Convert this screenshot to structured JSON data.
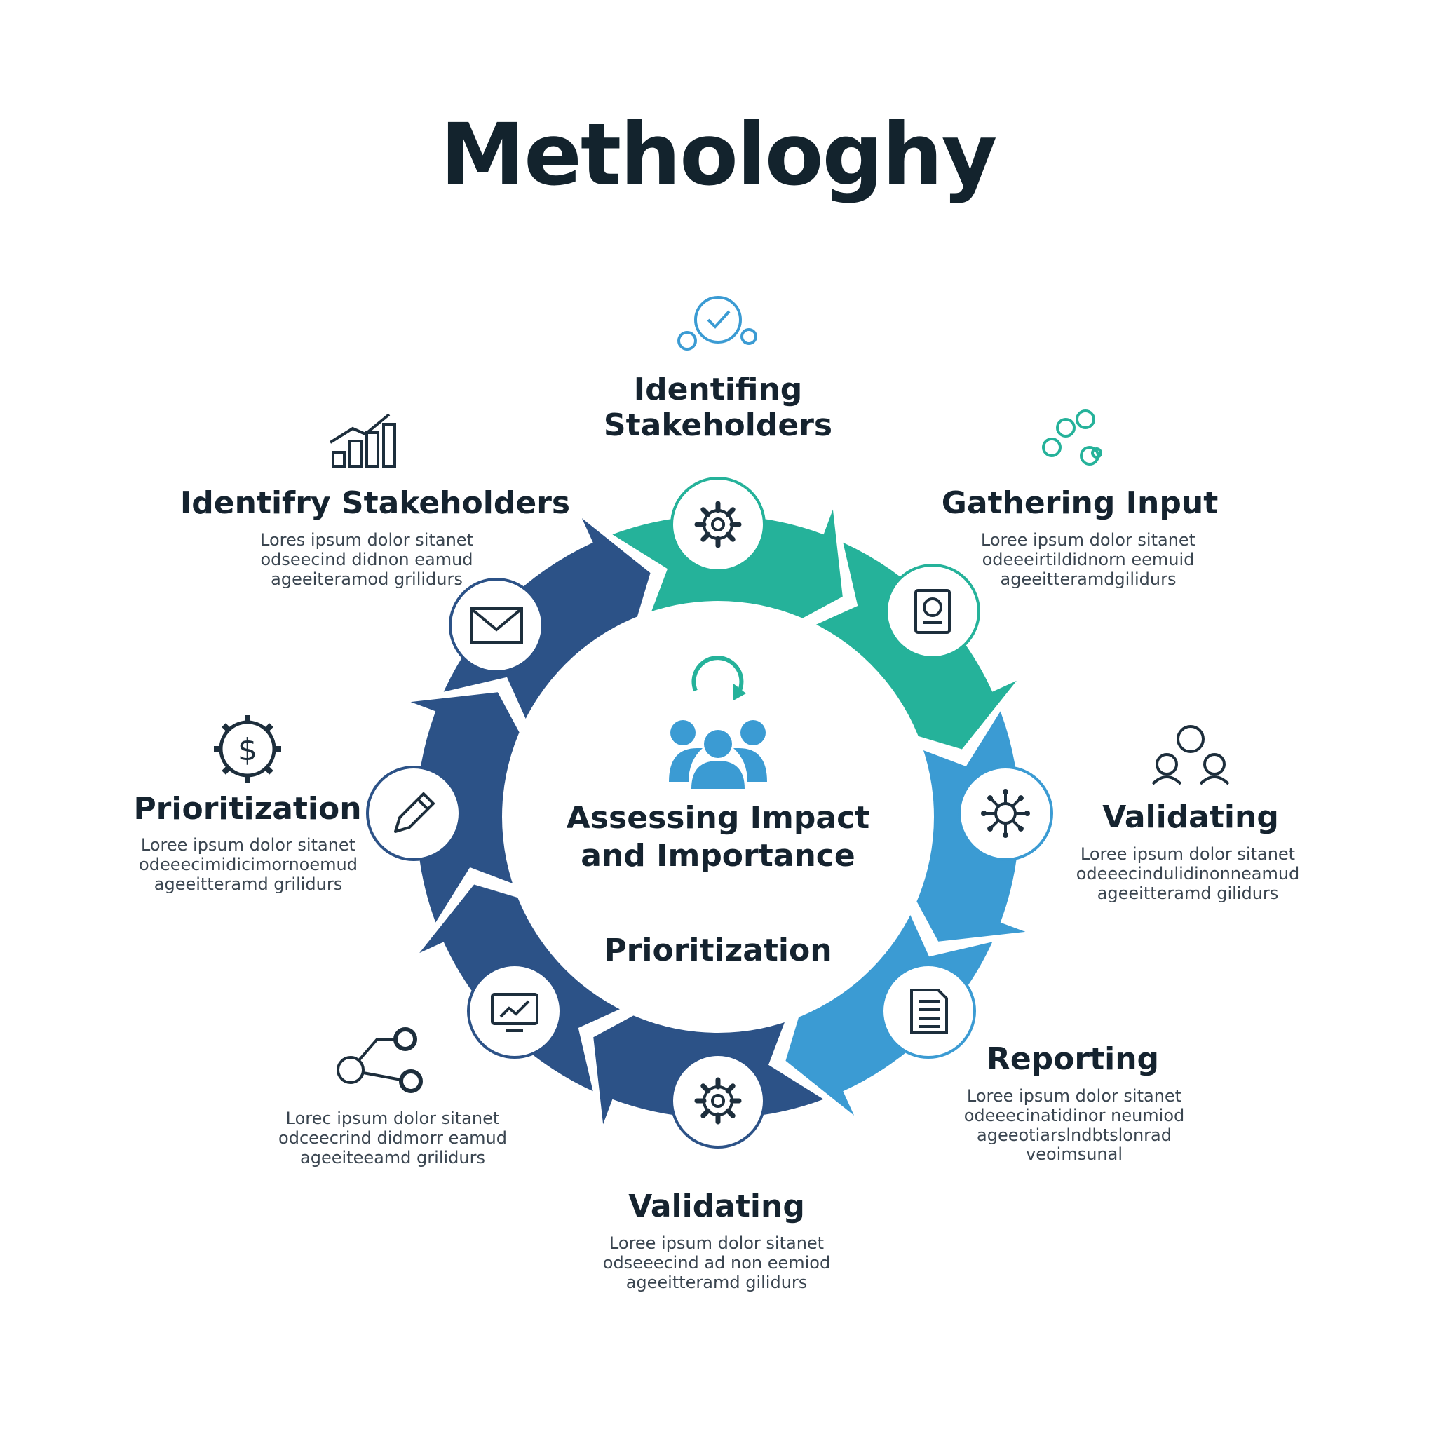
{
  "title": "Methologhy",
  "colors": {
    "dark_blue": "#2c5287",
    "teal": "#25b29a",
    "light_blue": "#3b9bd3",
    "text": "#14222e",
    "dot1": "#2a4e86",
    "dot2": "#3a98d4",
    "dot3": "#21b09b"
  },
  "center": {
    "icon": "team-cycle-icon",
    "title": "Assessing Impact and Importance",
    "subtitle": "Prioritization"
  },
  "ring_icons": [
    "gear-icon",
    "certificate-icon",
    "network-gear-icon",
    "document-icon",
    "gear-icon",
    "chart-monitor-icon",
    "pencil-icon",
    "envelope-icon"
  ],
  "steps": [
    {
      "key": "top",
      "icon": "checkmark-people-icon",
      "label_lines": [
        "Identifing",
        "Stakeholders"
      ],
      "desc_lines": []
    },
    {
      "key": "top_right",
      "icon": "gears-network-icon",
      "label_lines": [
        "Gathering Input"
      ],
      "desc_lines": [
        "Loree ipsum dolor sitanet",
        "odeeeirtildidnorn eemuid",
        "ageeitteramdgilidurs"
      ]
    },
    {
      "key": "right",
      "icon": "people-group-icon",
      "label_lines": [
        "Validating"
      ],
      "desc_lines": [
        "Loree ipsum dolor sitanet",
        "odeeecindulidinonneamud",
        "ageeitteramd gilidurs"
      ]
    },
    {
      "key": "bottom_right",
      "icon": "",
      "label_lines": [
        "Reporting"
      ],
      "desc_lines": [
        "Loree ipsum dolor sitanet",
        "odeeecinatidinor neumiod",
        "ageeotiarslndbtslonrad",
        "veoimsunal"
      ]
    },
    {
      "key": "bottom",
      "icon": "",
      "label_lines": [
        "Validating"
      ],
      "desc_lines": [
        "Loree ipsum dolor sitanet",
        "odseeecind ad non eemiod",
        "ageeitteramd gilidurs"
      ]
    },
    {
      "key": "bottom_left",
      "icon": "gears-flow-icon",
      "label_lines": [],
      "desc_lines": [
        "Lorec ipsum dolor sitanet",
        "odceecrind didmorr eamud",
        "ageeiteeamd grilidurs"
      ]
    },
    {
      "key": "left",
      "icon": "dollar-gear-icon",
      "label_lines": [
        "Prioritization"
      ],
      "desc_lines": [
        "Loree ipsum dolor sitanet",
        "odeeecimidicimornoemud",
        "ageeitteramd grilidurs"
      ]
    },
    {
      "key": "top_left",
      "icon": "growth-chart-icon",
      "label_lines": [
        "Identifry Stakeholders"
      ],
      "desc_lines": [
        "Lores ipsum dolor sitanet",
        "odseecind didnon eamud",
        "ageeiteramod grilidurs"
      ]
    }
  ]
}
